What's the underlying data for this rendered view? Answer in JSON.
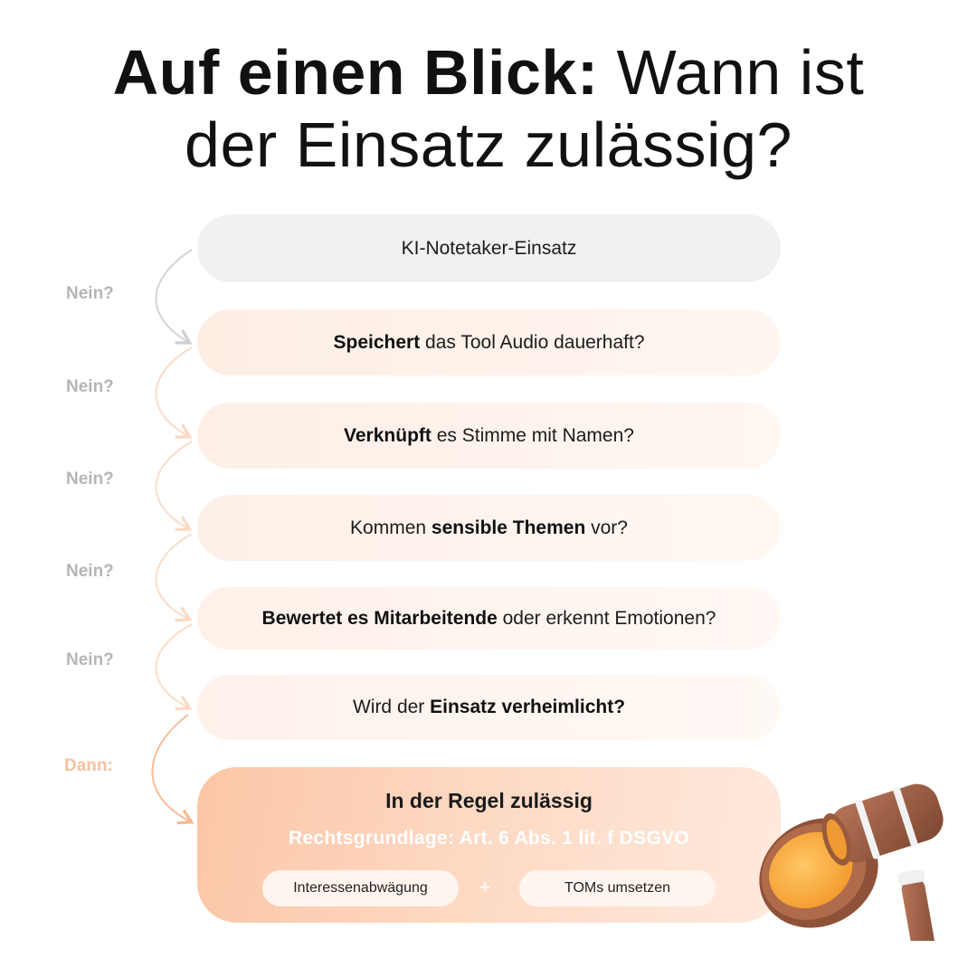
{
  "title": {
    "bold": "Auf einen Blick:",
    "rest_line1": "Wann ist",
    "line2": "der Einsatz zulässig?"
  },
  "flow": {
    "start": "KI-Notetaker-Einsatz",
    "q1": {
      "bold": "Speichert",
      "rest": " das Tool Audio dauerhaft?"
    },
    "q2": {
      "bold": "Verknüpft",
      "rest": " es Stimme mit Namen?"
    },
    "q3": {
      "pre": "Kommen ",
      "bold": "sensible Themen",
      "rest": " vor?"
    },
    "q4": {
      "bold": "Bewertet es Mitarbeitende",
      "rest": " oder erkennt Emotionen?"
    },
    "q5": {
      "pre": "Wird der ",
      "bold": "Einsatz verheimlicht?"
    }
  },
  "connectors": {
    "no": "Nein?",
    "then": "Dann:"
  },
  "result": {
    "title": "In der Regel zulässig",
    "legal_basis": "Rechtsgrundlage: Art. 6 Abs. 1 lit. f DSGVO",
    "pill_left": "Interessenabwägung",
    "plus": "+",
    "pill_right": "TOMs umsetzen"
  },
  "colors": {
    "accent": "#fcc6a6",
    "no_label": "#b5b5b5",
    "then_label": "#f6c1a0"
  },
  "decorations": {
    "illustration": "gavel-icon"
  }
}
